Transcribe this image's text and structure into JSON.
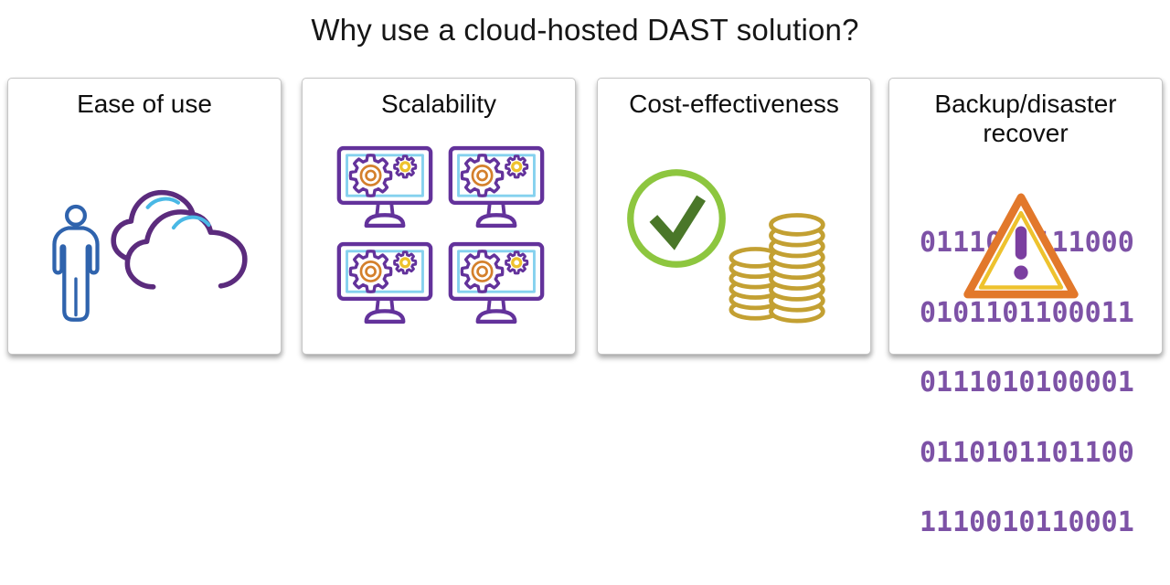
{
  "title": "Why use a cloud-hosted DAST solution?",
  "cards": [
    {
      "label": "Ease of use",
      "icon": "person-and-clouds-icon"
    },
    {
      "label": "Scalability",
      "icon": "monitors-with-gears-icon"
    },
    {
      "label": "Cost-effectiveness",
      "icon": "checkmark-and-coins-icon"
    },
    {
      "label": "Backup/disaster recover",
      "icon": "binary-warning-triangle-icon"
    }
  ],
  "binary": {
    "rows": [
      "0111010111000",
      "0101101100011",
      "0111010100001",
      "0110101101100",
      "1110010110001"
    ]
  },
  "colors": {
    "purple": "#5b2b7d",
    "purple_mid": "#63329b",
    "purple_light": "#7d52a6",
    "purple_excl": "#7b3fa0",
    "blue": "#2f63ad",
    "sky": "#49b8e5",
    "screen": "#85d1ee",
    "orange": "#d4802c",
    "orange_triangle": "#e2782b",
    "yellow": "#eec22e",
    "green_light": "#8dc63f",
    "green_dark": "#4a7729",
    "gold": "#c3a032"
  }
}
